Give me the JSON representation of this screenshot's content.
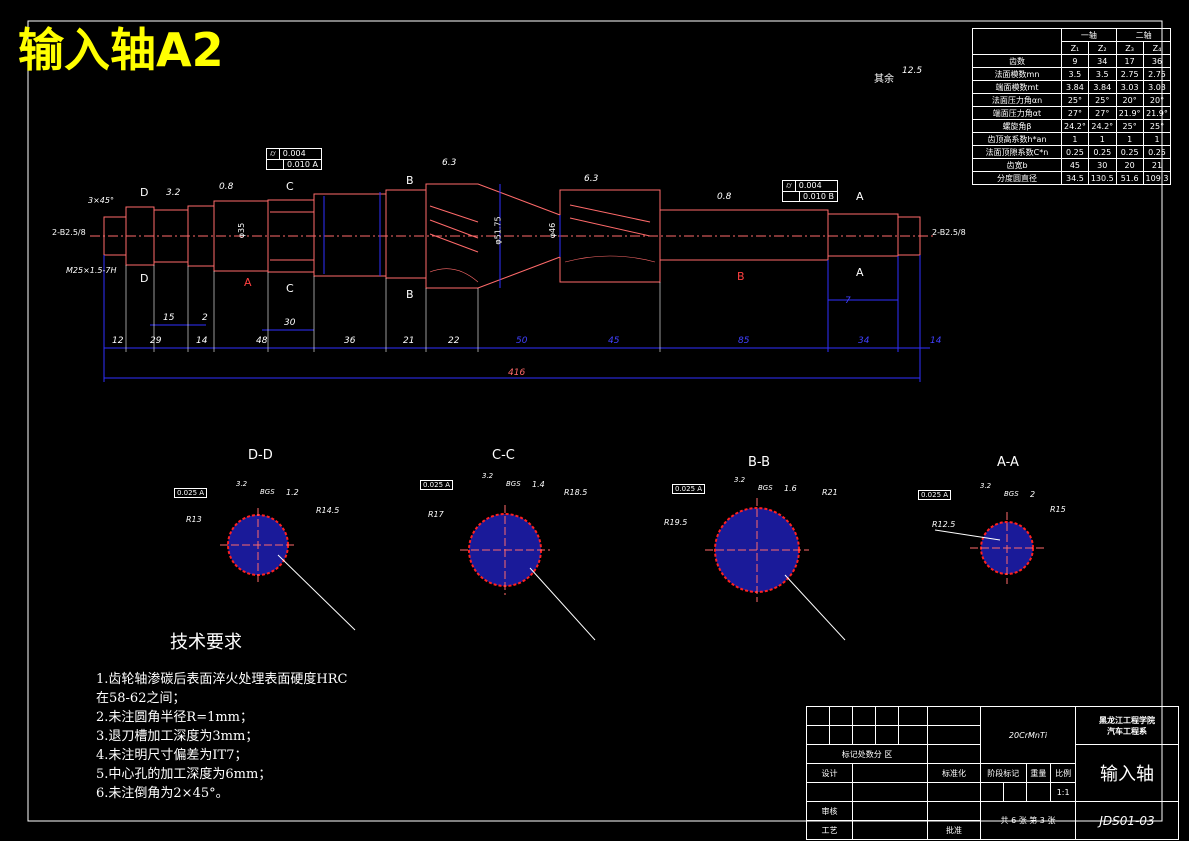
{
  "title": "输入轴A2",
  "roughness_note": {
    "prefix": "其余",
    "value": "12.5"
  },
  "gear_table": {
    "group_headers": [
      "一轴",
      "二轴"
    ],
    "col_headers": [
      "Z₁",
      "Z₂",
      "Z₃",
      "Z₄"
    ],
    "rows": [
      {
        "label": "齿数",
        "values": [
          "9",
          "34",
          "17",
          "36"
        ]
      },
      {
        "label": "法面模数mn",
        "values": [
          "3.5",
          "3.5",
          "2.75",
          "2.75"
        ]
      },
      {
        "label": "端面模数mt",
        "values": [
          "3.84",
          "3.84",
          "3.03",
          "3.03"
        ]
      },
      {
        "label": "法面压力角αn",
        "values": [
          "25°",
          "25°",
          "20°",
          "20°"
        ]
      },
      {
        "label": "端面压力角αt",
        "values": [
          "27°",
          "27°",
          "21.9°",
          "21.9°"
        ]
      },
      {
        "label": "螺旋角β",
        "values": [
          "24.2°",
          "24.2°",
          "25°",
          "25°"
        ]
      },
      {
        "label": "齿顶高系数h*an",
        "values": [
          "1",
          "1",
          "1",
          "1"
        ]
      },
      {
        "label": "法面顶隙系数C*n",
        "values": [
          "0.25",
          "0.25",
          "0.25",
          "0.25"
        ]
      },
      {
        "label": "齿宽b",
        "values": [
          "45",
          "30",
          "20",
          "21"
        ]
      },
      {
        "label": "分度圆直径",
        "values": [
          "34.5",
          "130.5",
          "51.6",
          "109.3"
        ]
      }
    ]
  },
  "tolerance_frames": [
    {
      "symbol": "⌭",
      "rows": [
        "0.004",
        "0.010 A"
      ]
    },
    {
      "symbol": "⌭",
      "rows": [
        "0.004",
        "0.010 B"
      ]
    }
  ],
  "top_labels": {
    "chamfer": "3×45°",
    "center_left": "2-B2.5/8",
    "center_right": "2-B2.5/8",
    "thread": "M25×1.5-7H",
    "rough_32": "3.2",
    "rough_08a": "0.8",
    "rough_63a": "6.3",
    "rough_63b": "6.3",
    "rough_08b": "0.8",
    "sec_D": "D",
    "sec_C": "C",
    "sec_B": "B",
    "sec_A": "A",
    "datum_A": "A",
    "datum_B": "B",
    "dia_35": "φ35",
    "dia_5175": "φ51.75",
    "dia_46": "φ46"
  },
  "dimensions": {
    "bottom_row": [
      "12",
      "29",
      "14",
      "48",
      "36",
      "21",
      "22",
      "50",
      "45",
      "85",
      "34",
      "14"
    ],
    "mid_row": [
      "15",
      "2",
      "30",
      "7"
    ],
    "total": "416"
  },
  "sections": [
    {
      "title": "D-D",
      "frame": "0.025 A",
      "ra": "3.2",
      "bgs": "BGS",
      "width": "1.2",
      "r_left": "R13",
      "r_right": "R14.5"
    },
    {
      "title": "C-C",
      "frame": "0.025 A",
      "ra": "3.2",
      "bgs": "BGS",
      "width": "1.4",
      "r_left": "R17",
      "r_right": "R18.5"
    },
    {
      "title": "B-B",
      "frame": "0.025 A",
      "ra": "3.2",
      "bgs": "BGS",
      "width": "1.6",
      "r_left": "R19.5",
      "r_right": "R21"
    },
    {
      "title": "A-A",
      "frame": "0.025 A",
      "ra": "3.2",
      "bgs": "BGS",
      "width": "2",
      "r_left": "R12.5",
      "r_right": "R15"
    }
  ],
  "tech": {
    "title": "技术要求",
    "lines": [
      "1.齿轮轴渗碳后表面淬火处理表面硬度HRC",
      "在58-62之间；",
      "2.未注圆角半径R=1mm；",
      "3.退刀槽加工深度为3mm；",
      "4.未注明尺寸偏差为IT7；",
      "5.中心孔的加工深度为6mm；",
      "6.未注倒角为2×45°。"
    ]
  },
  "title_block": {
    "material": "20CrMnTi",
    "school": "黑龙江工程学院",
    "dept": "汽车工程系",
    "part_name": "输入轴",
    "drawing_no": "JDS01-03",
    "scale": "1:1",
    "sheet_info": "共 6 张    第 3 张",
    "stage_mark": "阶段标记",
    "weight": "重量",
    "scale_label": "比例",
    "mark_row": "标记处数分  区",
    "designer": "设计",
    "standard": "标准化",
    "checker": "审核",
    "craft": "工艺",
    "approve": "批准"
  },
  "colors": {
    "outline": "#ff6a6a",
    "dim": "#2020ff",
    "hatch": "#1a1a99",
    "cut": "#ff2020"
  }
}
